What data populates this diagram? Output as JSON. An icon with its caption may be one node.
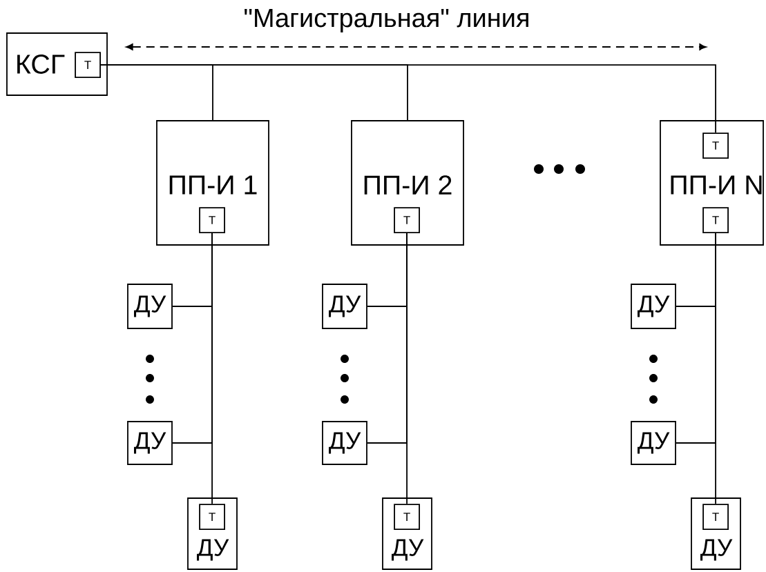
{
  "diagram": {
    "nodes": [
      {
        "text": [
          "КСГ"
        ]
      },
      {
        "text": [
          "Т"
        ],
        "in": 0
      },
      {
        "text": [
          "ПП-И 1"
        ]
      },
      {
        "text": [
          "Т"
        ],
        "in": 2
      },
      {
        "text": [
          "ДУ"
        ]
      },
      {
        "text": [
          "ДУ"
        ]
      },
      {
        "text": [
          "ДУ"
        ]
      },
      {
        "text": [
          "Т"
        ],
        "in": 6
      },
      {
        "text": [
          "ПП-И 2"
        ]
      },
      {
        "text": [
          "Т"
        ],
        "in": 8
      },
      {
        "text": [
          "ДУ"
        ]
      },
      {
        "text": [
          "ДУ"
        ]
      },
      {
        "text": [
          "ДУ"
        ]
      },
      {
        "text": [
          "Т"
        ],
        "in": 12
      },
      {
        "text": [
          "ПП-И N"
        ]
      },
      {
        "text": [
          "Т"
        ],
        "in": 14
      },
      {
        "text": [
          "Т"
        ],
        "in": 14
      },
      {
        "text": [
          "ДУ"
        ]
      },
      {
        "text": [
          "ДУ"
        ]
      },
      {
        "text": [
          "ДУ"
        ]
      },
      {
        "text": [
          "Т"
        ],
        "in": 19
      }
    ],
    "edges": [
      {
        "from": 1,
        "to": 2,
        "arrow": "none"
      },
      {
        "from": 1,
        "to": 8,
        "arrow": "none"
      },
      {
        "from": 1,
        "to": 15,
        "arrow": "none"
      },
      {
        "from": 3,
        "to": 4,
        "arrow": "none"
      },
      {
        "from": 3,
        "to": 5,
        "arrow": "none"
      },
      {
        "from": 3,
        "to": 7,
        "arrow": "none"
      },
      {
        "from": 9,
        "to": 10,
        "arrow": "none"
      },
      {
        "from": 9,
        "to": 11,
        "arrow": "none"
      },
      {
        "from": 9,
        "to": 13,
        "arrow": "none"
      },
      {
        "from": 16,
        "to": 17,
        "arrow": "none"
      },
      {
        "from": 16,
        "to": 18,
        "arrow": "none"
      },
      {
        "from": 16,
        "to": 20,
        "arrow": "none"
      }
    ],
    "labels": [
      "\"Магистральная\" линия"
    ]
  }
}
